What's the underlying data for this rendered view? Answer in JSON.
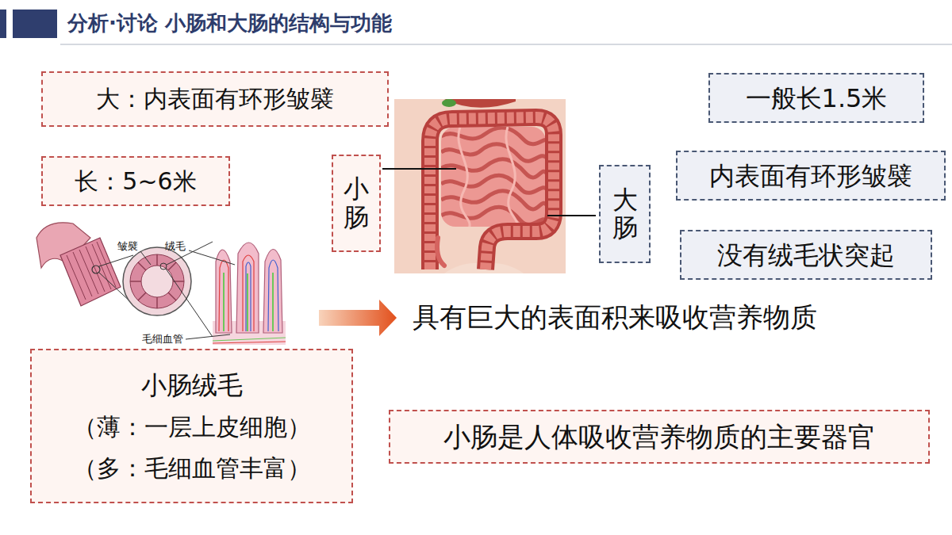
{
  "diagram": {
    "title": "分析·讨论 小肠和大肠的结构与功能",
    "nodes": [
      {
        "text": [
          "大：内表面有环形皱襞"
        ]
      },
      {
        "text": [
          "长：5~6米"
        ]
      },
      {
        "text": [
          "小肠"
        ]
      },
      {
        "text": [
          "大肠"
        ]
      },
      {
        "text": [
          "一般长1.5米"
        ]
      },
      {
        "text": [
          "内表面有环形皱襞"
        ]
      },
      {
        "text": [
          "没有绒毛状突起"
        ]
      },
      {
        "text": [
          "小肠绒毛",
          "（薄：一层上皮细胞）",
          "（多：毛细血管丰富）"
        ]
      },
      {
        "text": [
          "小肠是人体吸收营养物质的主要器官"
        ]
      }
    ],
    "labels": [
      "具有巨大的表面积来吸收营养物质",
      "皱襞",
      "绒毛",
      "毛细血管"
    ]
  }
}
